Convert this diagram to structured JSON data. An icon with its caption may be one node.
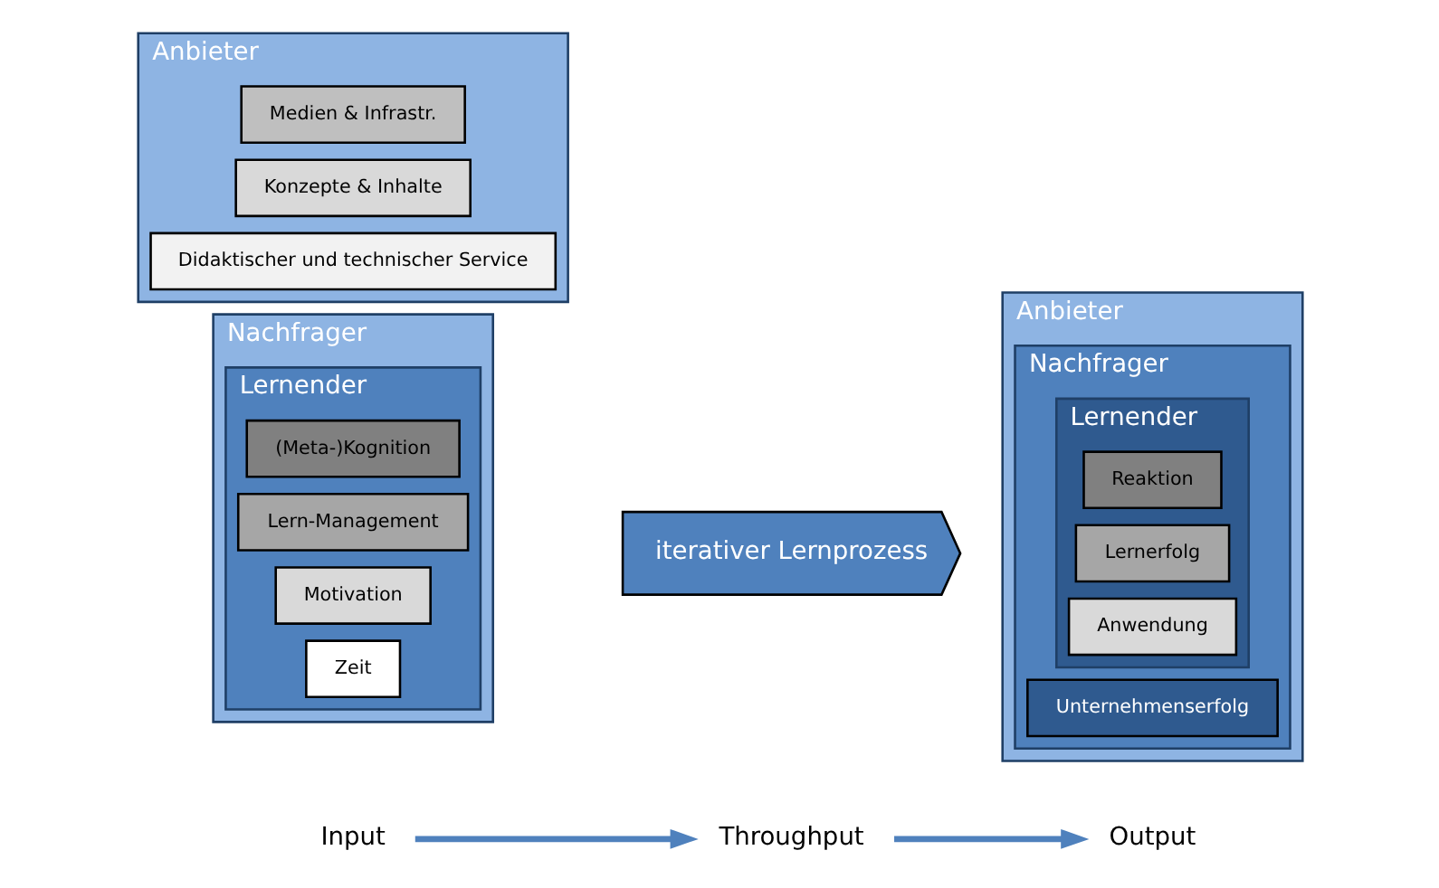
{
  "diagram": {
    "nodes": [
      {
        "text": [
          "Anbieter"
        ]
      },
      {
        "text": [
          "Medien & Infrastr."
        ],
        "in": 0
      },
      {
        "text": [
          "Konzepte & Inhalte"
        ],
        "in": 0
      },
      {
        "text": [
          "Didaktischer und technischer Service"
        ],
        "in": 0
      },
      {
        "text": [
          "Nachfrager"
        ]
      },
      {
        "text": [
          "Lernender"
        ],
        "in": 4
      },
      {
        "text": [
          "(Meta-)Kognition"
        ],
        "in": 5
      },
      {
        "text": [
          "Lern-Management"
        ],
        "in": 5
      },
      {
        "text": [
          "Motivation"
        ],
        "in": 5
      },
      {
        "text": [
          "Zeit"
        ],
        "in": 5
      },
      {
        "text": [
          "iterativer Lernprozess"
        ]
      },
      {
        "text": [
          "Anbieter"
        ]
      },
      {
        "text": [
          "Nachfrager"
        ],
        "in": 11
      },
      {
        "text": [
          "Lernender"
        ],
        "in": 12
      },
      {
        "text": [
          "Reaktion"
        ],
        "in": 13
      },
      {
        "text": [
          "Lernerfolg"
        ],
        "in": 13
      },
      {
        "text": [
          "Anwendung"
        ],
        "in": 13
      },
      {
        "text": [
          "Unternehmenserfolg"
        ],
        "in": 12
      },
      {
        "text": [
          "Input"
        ]
      },
      {
        "text": [
          "Throughput"
        ]
      },
      {
        "text": [
          "Output"
        ]
      }
    ],
    "edges": [
      {
        "from": 18,
        "to": 19,
        "arrow": "to"
      },
      {
        "from": 19,
        "to": 20,
        "arrow": "to"
      }
    ]
  }
}
